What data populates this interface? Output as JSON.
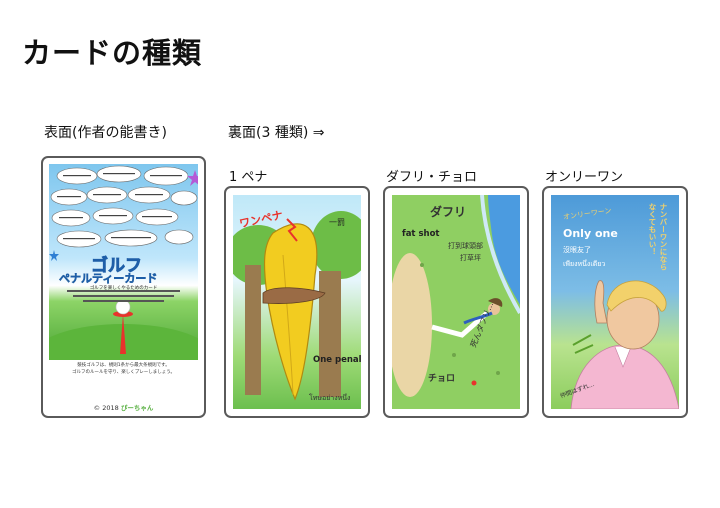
{
  "page": {
    "title": "カードの種類"
  },
  "sections": {
    "front_label": "表面(作者の能書き)",
    "back_label": "裏面(3 種類) ⇒"
  },
  "front_card": {
    "title_line1": "ゴルフ",
    "title_line2": "ペナルティーカード",
    "subtitle": "ゴルフを楽しくやるためのカード",
    "footer_line1": "競技ゴルフは、規則1条から最大条規則です。",
    "footer_line2": "ゴルフのルールを守り、楽しくプレーしましょう。",
    "copyright": "© 2018",
    "brand": "ぴーちゃん"
  },
  "cards": [
    {
      "label": "1 ペナ",
      "heading": "ワンペナ",
      "tag": "一罰",
      "english": "One penalty",
      "thai": "โทษอย่างหนึ่ง"
    },
    {
      "label": "ダフリ・チョロ",
      "heading": "ダフリ",
      "english": "fat shot",
      "note1": "打到球頭部",
      "note2": "打草坪",
      "side": "死んダフリ…",
      "chip": "チョロ"
    },
    {
      "label": "オンリーワン",
      "heading": "オンリーワーン",
      "english": "Only one",
      "note1": "沒眼友了",
      "note2": "เพียงหนึ่งเดียว",
      "side": "ナンバーワンにならなくてもいい！",
      "quote": "仲間はずれ…"
    }
  ],
  "colors": {
    "card_border": "#5a5a5a",
    "banana": "#f2cc20",
    "tree_trunk": "#9a7b4f",
    "grass": "#7cc25b",
    "sky": "#8fd0f0",
    "red": "#e8332c"
  }
}
